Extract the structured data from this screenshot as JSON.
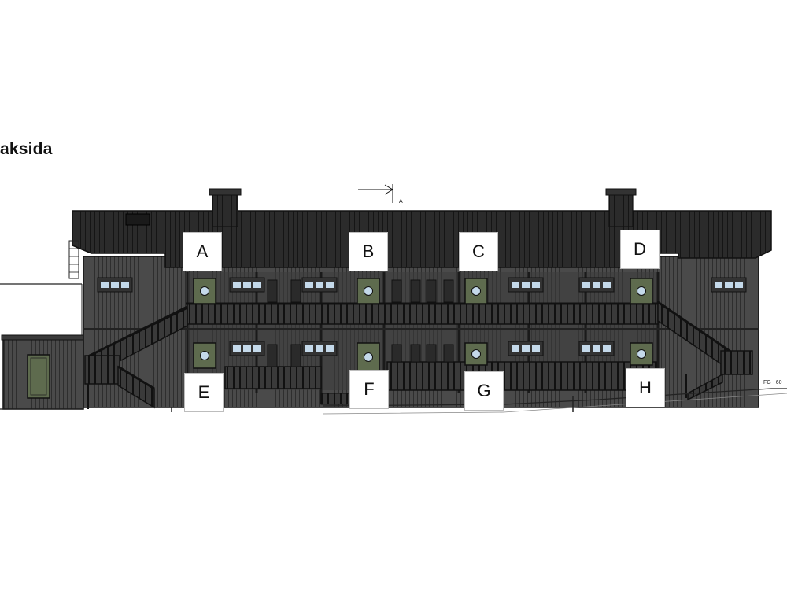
{
  "title": "aksida",
  "section_marker": "A",
  "ground_level_label": "FG +60",
  "units": [
    {
      "id": "A",
      "label": "A"
    },
    {
      "id": "B",
      "label": "B"
    },
    {
      "id": "C",
      "label": "C"
    },
    {
      "id": "D",
      "label": "D"
    },
    {
      "id": "E",
      "label": "E"
    },
    {
      "id": "F",
      "label": "F"
    },
    {
      "id": "G",
      "label": "G"
    },
    {
      "id": "H",
      "label": "H"
    }
  ],
  "colors": {
    "facade": "#4a4a4a",
    "roof": "#2b2b2b",
    "door": "#5e6b4e",
    "window": "#c4d9ea",
    "outline": "#111111"
  }
}
